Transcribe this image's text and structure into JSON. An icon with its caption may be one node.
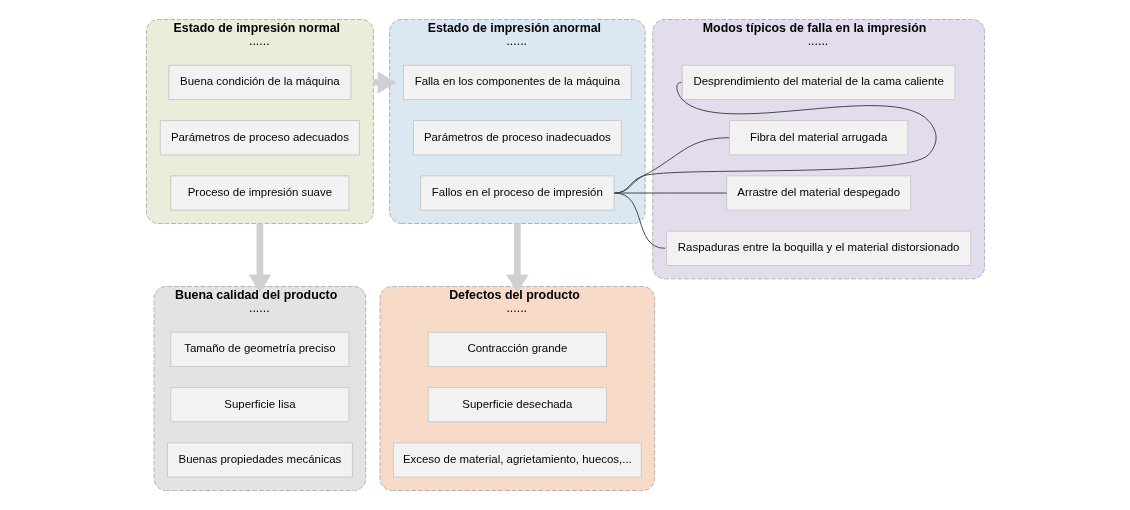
{
  "diagram": {
    "nodes": [
      {
        "text": [
          "Estado de impresión normal",
          "......"
        ]
      },
      {
        "text": [
          "Buena condición de la máquina"
        ],
        "in": 0
      },
      {
        "text": [
          "Parámetros de proceso adecuados"
        ],
        "in": 0
      },
      {
        "text": [
          "Proceso de impresión suave"
        ],
        "in": 0
      },
      {
        "text": [
          "Estado de impresión anormal",
          "......"
        ]
      },
      {
        "text": [
          "Falla en los componentes de la máquina"
        ],
        "in": 4
      },
      {
        "text": [
          "Parámetros de proceso inadecuados"
        ],
        "in": 4
      },
      {
        "text": [
          "Fallos en el proceso de impresión"
        ],
        "in": 4
      },
      {
        "text": [
          "Modos típicos de falla en la impresión",
          "......"
        ]
      },
      {
        "text": [
          "Desprendimiento del material de la cama caliente"
        ],
        "in": 8
      },
      {
        "text": [
          "Fibra del material arrugada"
        ],
        "in": 8
      },
      {
        "text": [
          "Arrastre del material despegado"
        ],
        "in": 8
      },
      {
        "text": [
          "Raspaduras entre la boquilla y el material distorsionado"
        ],
        "in": 8
      },
      {
        "text": [
          "Buena calidad del producto",
          "......"
        ]
      },
      {
        "text": [
          "Tamaño de geometría preciso"
        ],
        "in": 13
      },
      {
        "text": [
          "Superficie lisa"
        ],
        "in": 13
      },
      {
        "text": [
          "Buenas propiedades mecánicas"
        ],
        "in": 13
      },
      {
        "text": [
          "Defectos del producto",
          "......"
        ]
      },
      {
        "text": [
          "Contracción grande"
        ],
        "in": 17
      },
      {
        "text": [
          "Superficie desechada"
        ],
        "in": 17
      },
      {
        "text": [
          "Exceso de material, agrietamiento, huecos,..."
        ],
        "in": 17
      }
    ],
    "edges": [
      {
        "from": 0,
        "to": 4,
        "arrow": "to",
        "style": "thick",
        "color": "#d0d0d0"
      },
      {
        "from": 0,
        "to": 13,
        "arrow": "to",
        "style": "thick",
        "color": "#d0d0d0"
      },
      {
        "from": 4,
        "to": 17,
        "arrow": "to",
        "style": "thick",
        "color": "#d0d0d0"
      },
      {
        "from": 7,
        "to": 9,
        "arrow": "none"
      },
      {
        "from": 7,
        "to": 10,
        "arrow": "none"
      },
      {
        "from": 7,
        "to": 11,
        "arrow": "none"
      },
      {
        "from": 7,
        "to": 12,
        "arrow": "none"
      }
    ]
  }
}
